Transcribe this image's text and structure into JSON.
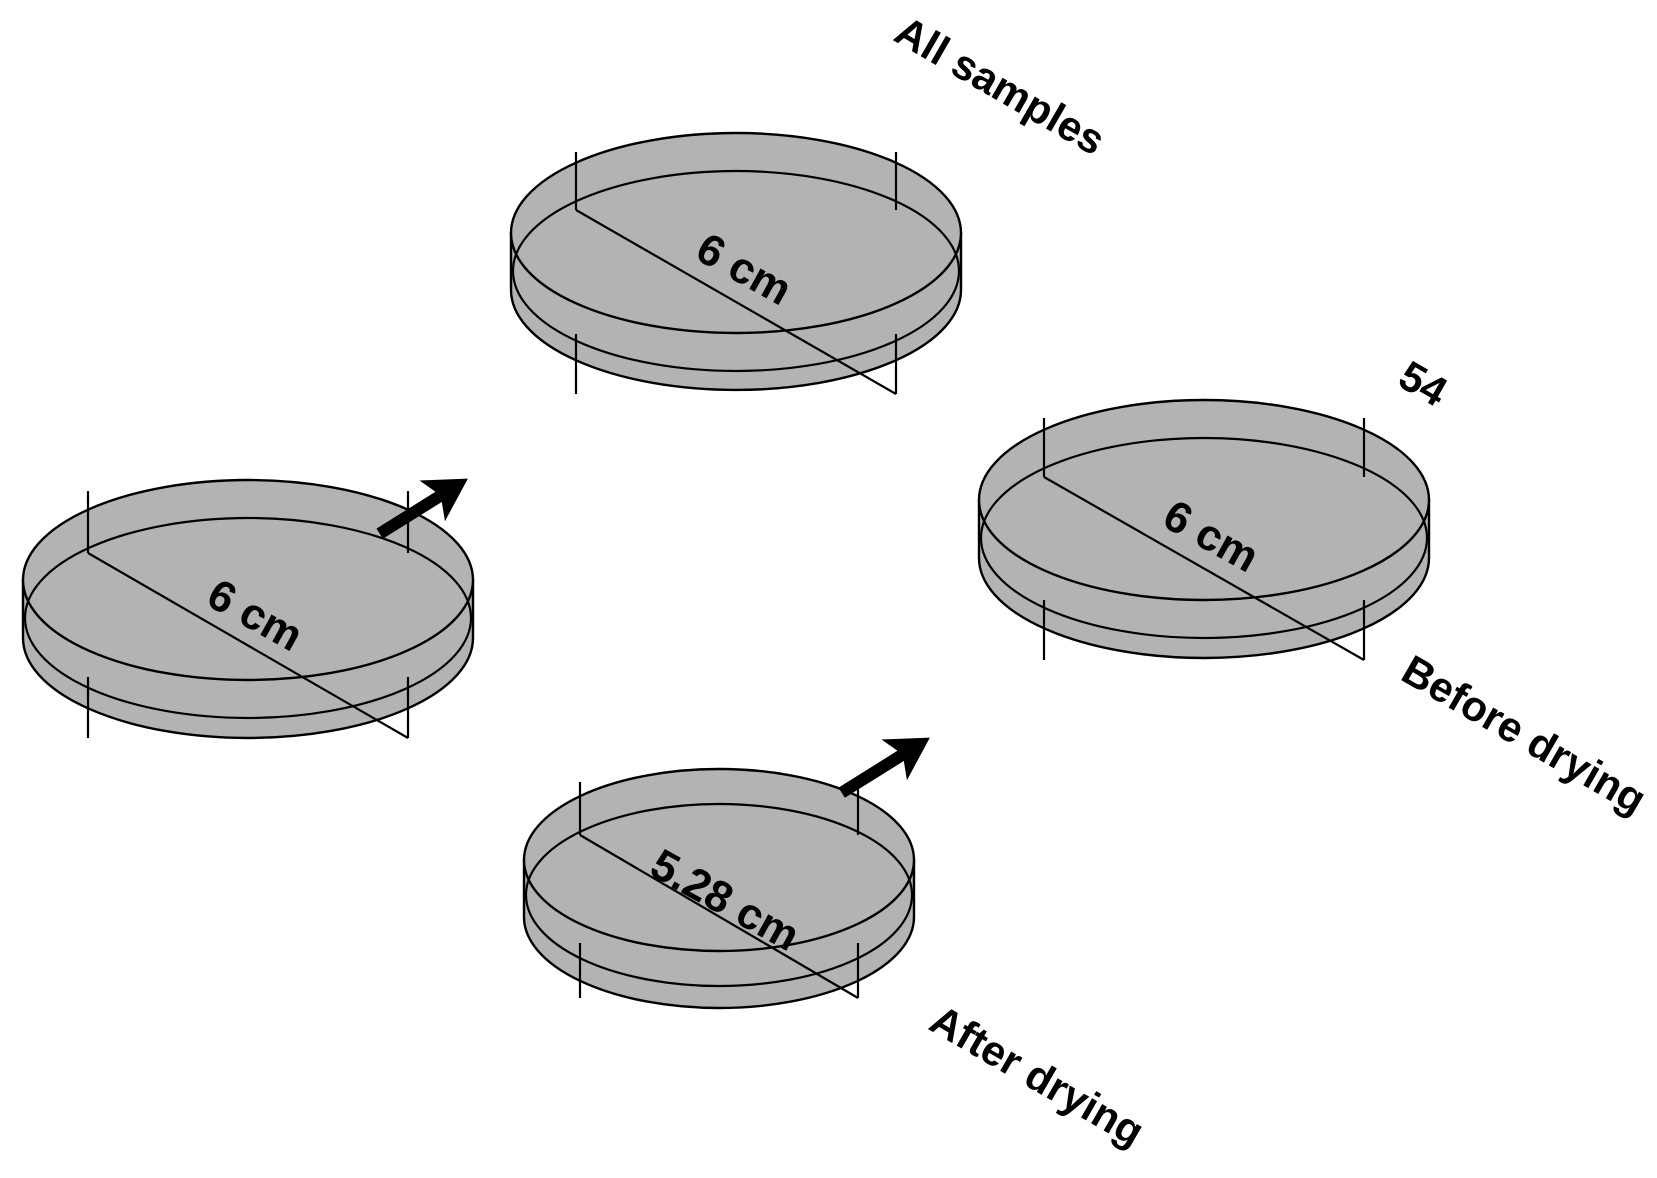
{
  "disks": [
    {
      "id": "all-samples",
      "label": "6 cm"
    },
    {
      "id": "group-left",
      "label": "6 cm"
    },
    {
      "id": "before-drying",
      "label": "6 cm"
    },
    {
      "id": "after-drying",
      "label": "5.28 cm"
    }
  ],
  "captions": {
    "all_samples": "All samples",
    "count": "54",
    "before_drying": "Before drying",
    "after_drying": "After drying"
  },
  "colors": {
    "disk_fill": "#b3b3b3",
    "outline": "#000000",
    "background": "#ffffff"
  }
}
